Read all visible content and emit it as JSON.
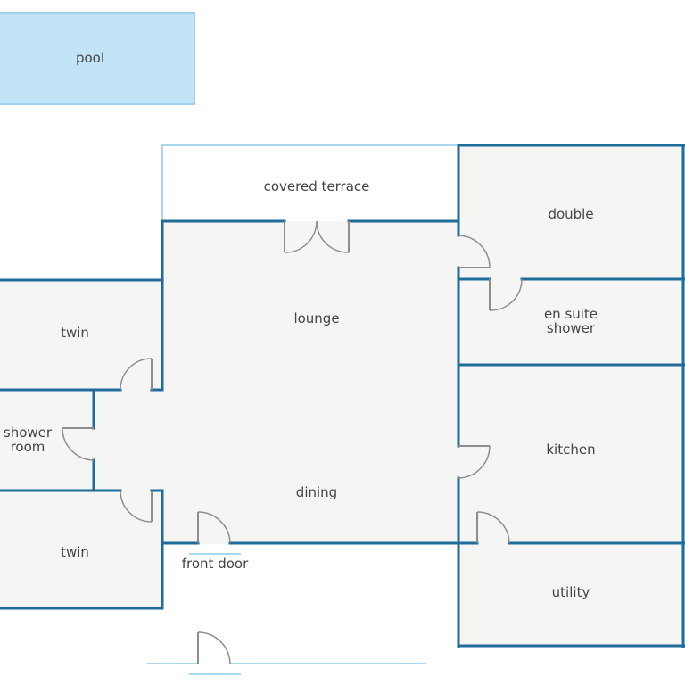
{
  "colors": {
    "wall": "#1f6b9a",
    "pool_fill": "#c3e3f6",
    "pool_border": "#9fd0ec",
    "floor": "#f5f5f4",
    "door": "#8d8d8d",
    "text": "#444444"
  },
  "rooms": {
    "pool": "pool",
    "covered_terrace": "covered terrace",
    "double": "double",
    "lounge": "lounge",
    "en_suite": [
      "en suite",
      "shower"
    ],
    "twin_top": "twin",
    "shower_room": [
      "shower",
      "room"
    ],
    "kitchen": "kitchen",
    "dining": "dining",
    "twin_bottom": "twin",
    "front_door": "front door",
    "utility": "utility"
  }
}
